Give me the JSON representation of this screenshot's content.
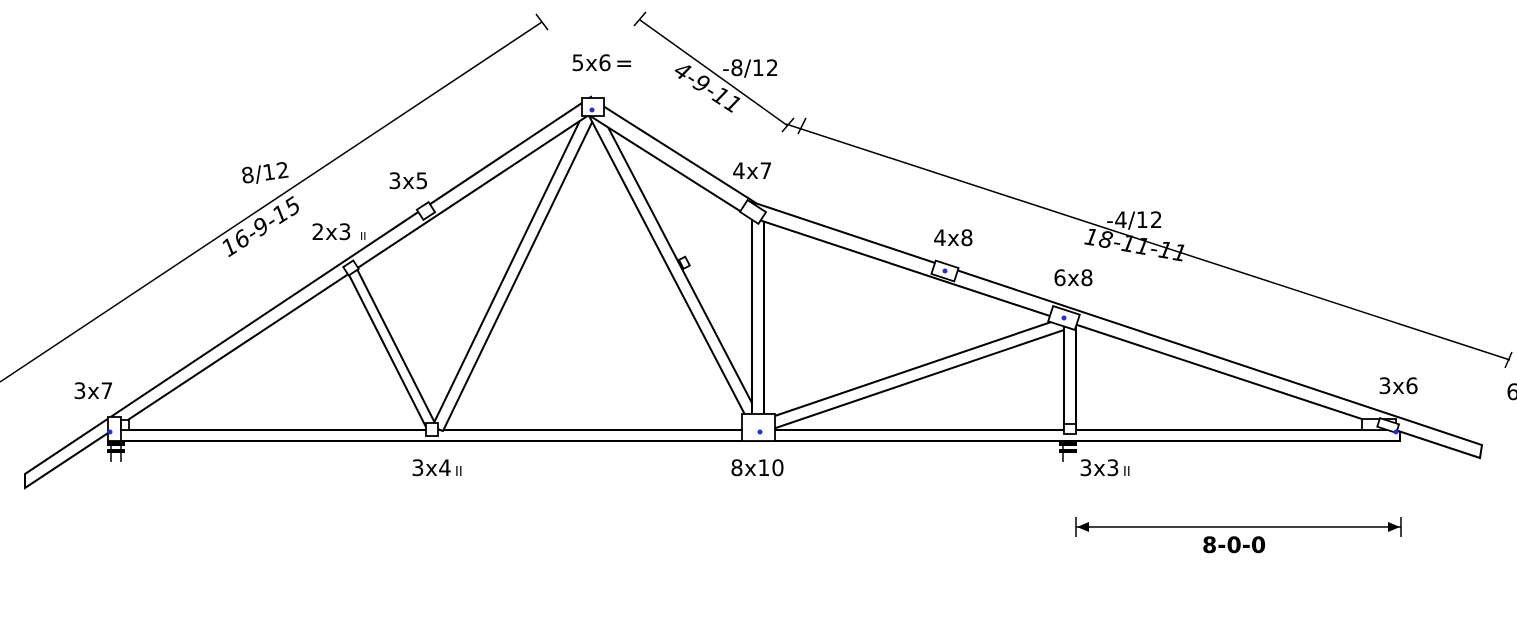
{
  "pitch": {
    "left": "8/12",
    "right_upper": "-8/12",
    "right_lower": "-4/12"
  },
  "dimensions": {
    "left_top_chord": "16-9-15",
    "right_upper_chord": "4-9-11",
    "right_lower_chord": "18-11-11",
    "overhang": "8-0-0"
  },
  "plates": {
    "left_heel": "3x7",
    "left_web_upper": "3x5",
    "left_web_lower": "2x3",
    "peak": "5x6",
    "bottom_left": "3x4",
    "right_break": "4x7",
    "right_mid": "4x8",
    "right_lower_joint": "6x8",
    "bottom_center": "8x10",
    "bottom_right": "3x3",
    "right_heel": "3x6"
  },
  "plate_marks": {
    "peak_suffix": "=",
    "lateral_brace": "II"
  },
  "cropped_edge_text": "6",
  "colors": {
    "line": "#000000",
    "node": "#2a2adc",
    "background": "#ffffff"
  }
}
